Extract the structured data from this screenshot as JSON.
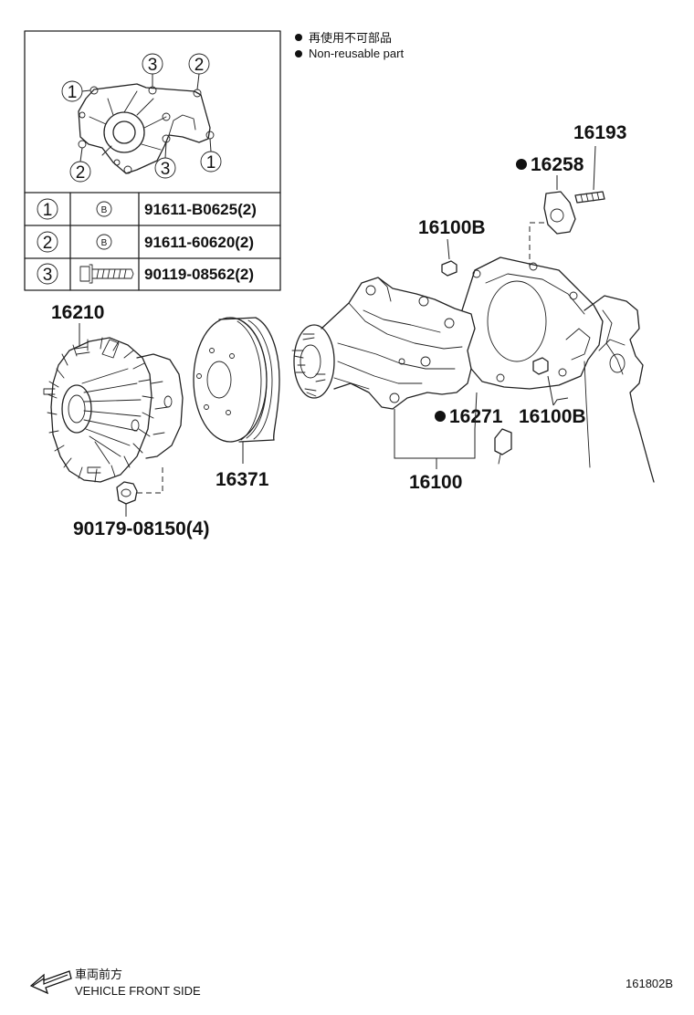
{
  "legend": {
    "line_ja": "再使用不可部品",
    "line_en": "Non-reusable part"
  },
  "inset": {
    "callouts": [
      "1",
      "2",
      "3"
    ],
    "table": [
      {
        "ref": "1",
        "symbol": "B",
        "part": "91611-B0625(2)"
      },
      {
        "ref": "2",
        "symbol": "B",
        "part": "91611-60620(2)"
      },
      {
        "ref": "3",
        "symbol": "",
        "part": "90119-08562(2)"
      }
    ]
  },
  "parts": {
    "p16193": "16193",
    "p16258": "16258",
    "p16100B_top": "16100B",
    "p16100B_bottom": "16100B",
    "p16210": "16210",
    "p16371": "16371",
    "p16271": "16271",
    "p16100": "16100",
    "p90179": "90179-08150(4)"
  },
  "non_reusable_parts": [
    "16258",
    "16271"
  ],
  "footer": {
    "direction_ja": "車両前方",
    "direction_en": "VEHICLE FRONT SIDE",
    "figure_id": "161802B"
  }
}
